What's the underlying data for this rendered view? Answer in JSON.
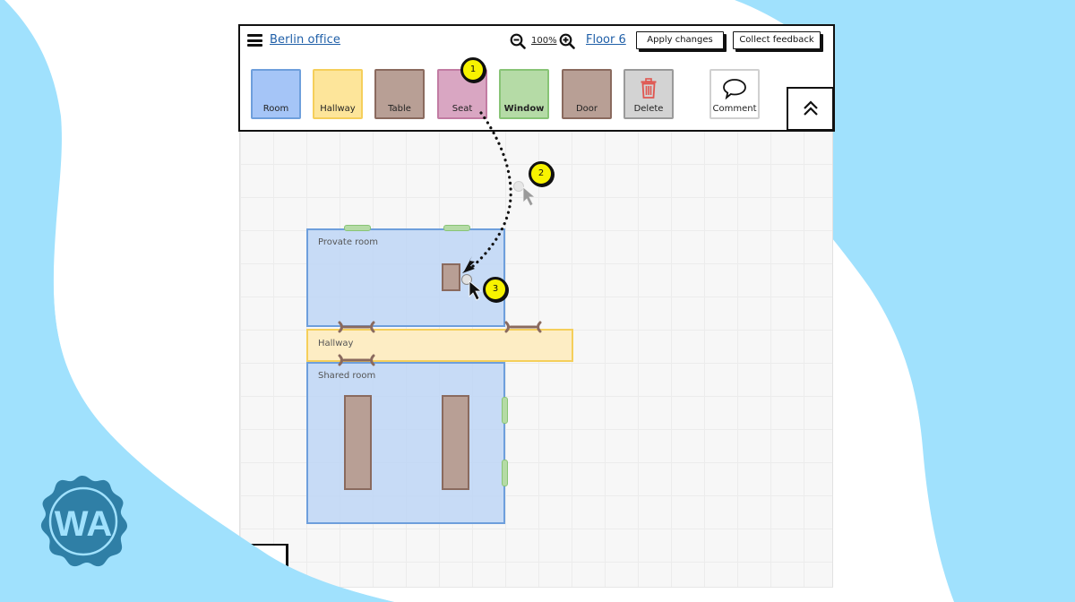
{
  "header": {
    "menu_icon": "hamburger-menu-icon",
    "project_name": "Berlin office",
    "zoom_out_icon": "zoom-out-icon",
    "zoom_level": "100%",
    "zoom_in_icon": "zoom-in-icon",
    "floor": "Floor 6",
    "apply_label": "Apply changes",
    "feedback_label": "Collect feedback"
  },
  "palette": {
    "items": [
      {
        "label": "Room",
        "color": "#a5c5f7"
      },
      {
        "label": "Hallway",
        "color": "#fde59a"
      },
      {
        "label": "Table",
        "color": "#b89f95"
      },
      {
        "label": "Seat",
        "color": "#d9a6c2"
      },
      {
        "label": "Window",
        "color": "#b5dba6"
      },
      {
        "label": "Door",
        "color": "#b89f95"
      },
      {
        "label": "Delete",
        "color": "#d3d3d3",
        "icon": "trash-icon"
      },
      {
        "label": "Comment",
        "color": "#ffffff",
        "icon": "speech-bubble-icon"
      }
    ],
    "collapse_icon": "double-chevron-up-icon"
  },
  "floorplan": {
    "rooms": [
      {
        "label": "Provate room"
      },
      {
        "label": "Hallway"
      },
      {
        "label": "Shared room"
      }
    ]
  },
  "annotations": {
    "steps": [
      "1",
      "2",
      "3"
    ],
    "accent_color": "#f8f300"
  },
  "logo": {
    "text": "WA",
    "color": "#2f7fa6"
  },
  "colors": {
    "background_blob": "#a0e1fd",
    "room_fill": "#bed6f6",
    "room_border": "#6e9fdc",
    "hallway_fill": "#fdedc4",
    "hallway_border": "#f5cf5b",
    "furniture": "#b89f95",
    "window": "#b5dba6"
  }
}
